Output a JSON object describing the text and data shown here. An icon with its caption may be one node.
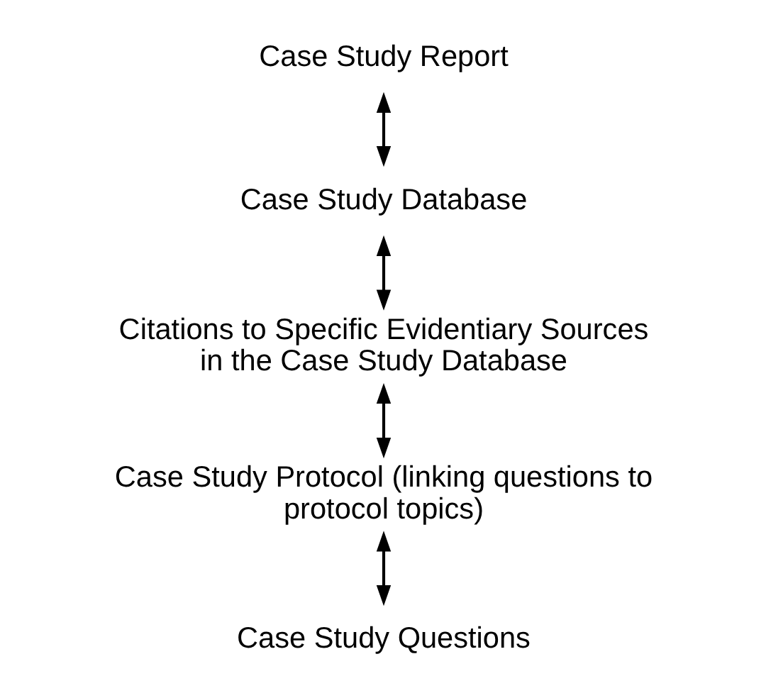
{
  "diagram": {
    "nodes": [
      {
        "text": [
          "Case Study Report"
        ]
      },
      {
        "text": [
          "Case Study Database"
        ]
      },
      {
        "text": [
          "Citations to Specific Evidentiary Sources in the Case Study Database"
        ]
      },
      {
        "text": [
          "Case Study Protocol (linking questions to protocol topics)"
        ]
      },
      {
        "text": [
          "Case Study Questions"
        ]
      }
    ],
    "edges": [
      {
        "from": 0,
        "to": 1,
        "arrow": "both"
      },
      {
        "from": 1,
        "to": 2,
        "arrow": "both"
      },
      {
        "from": 2,
        "to": 3,
        "arrow": "both"
      },
      {
        "from": 3,
        "to": 4,
        "arrow": "both"
      }
    ]
  }
}
